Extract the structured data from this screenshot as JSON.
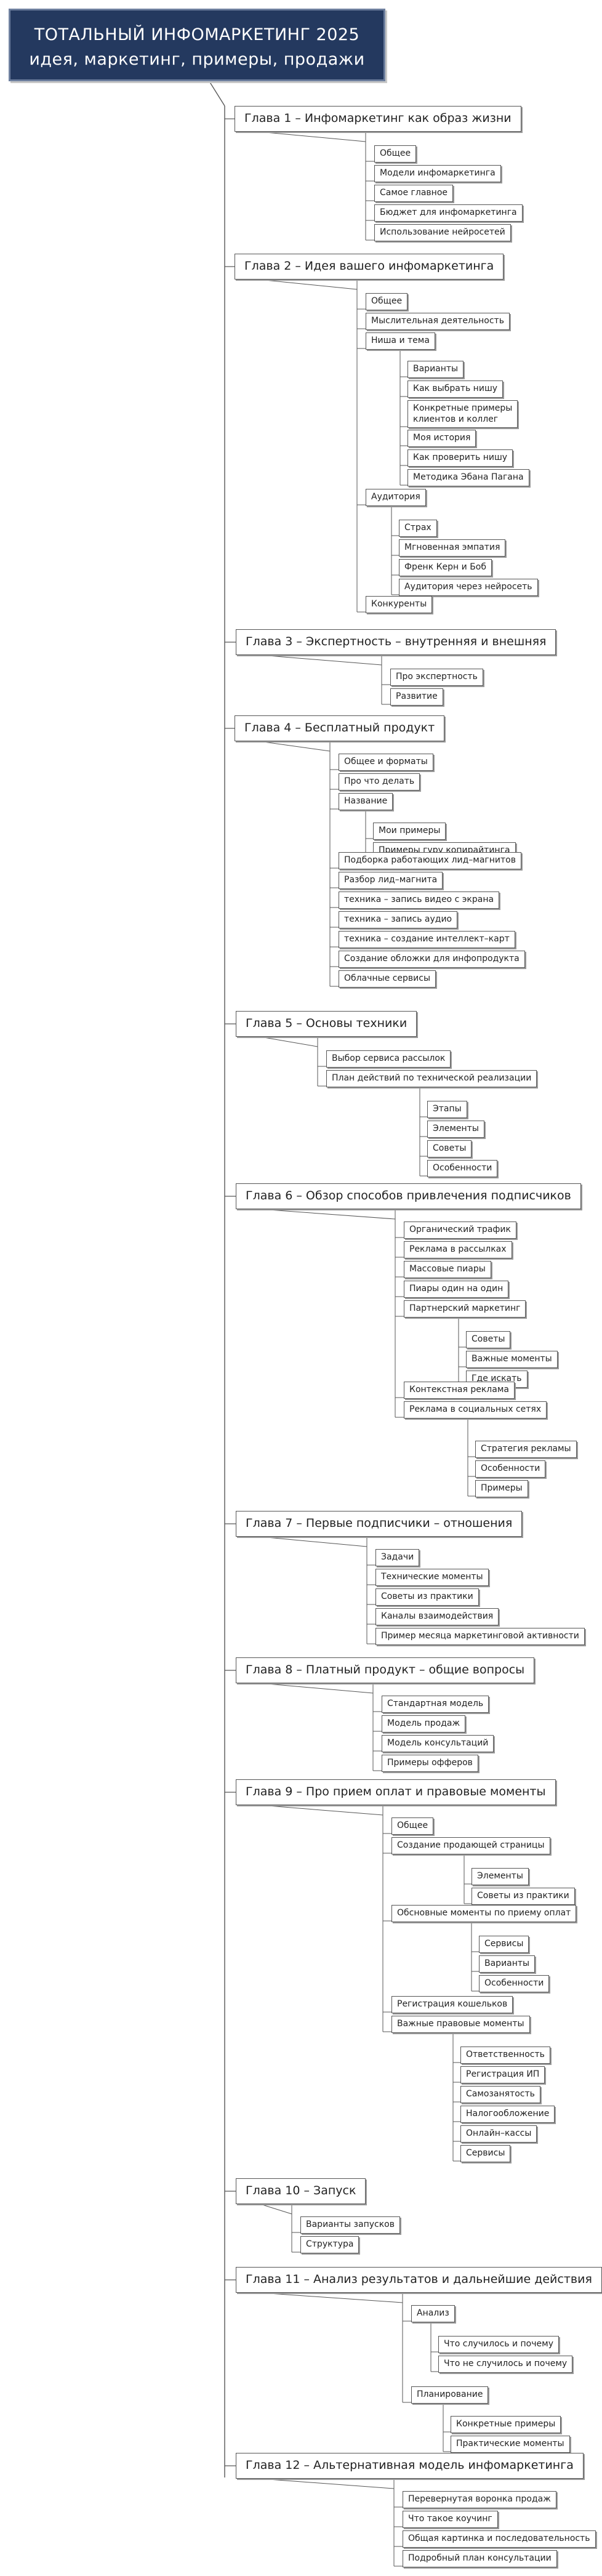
{
  "title": {
    "line1": "ТОТАЛЬНЫЙ ИНФОМАРКЕТИНГ 2025",
    "line2": "идея, маркетинг, примеры, продажи"
  },
  "chapters": [
    {
      "label": "Глава 1 – Инфомаркетинг как образ жизни",
      "items": [
        {
          "label": "Общее"
        },
        {
          "label": "Модели инфомаркетинга"
        },
        {
          "label": "Самое главное"
        },
        {
          "label": "Бюджет для инфомаркетинга"
        },
        {
          "label": "Использование нейросетей"
        }
      ]
    },
    {
      "label": "Глава 2 – Идея вашего инфомаркетинга",
      "items": [
        {
          "label": "Общее"
        },
        {
          "label": "Мыслительная деятельность"
        },
        {
          "label": "Ниша и тема",
          "children": [
            {
              "label": "Варианты"
            },
            {
              "label": "Как выбрать нишу"
            },
            {
              "label": "Конкретные примеры\nклиентов и коллег"
            },
            {
              "label": "Моя история"
            },
            {
              "label": "Как проверить нишу"
            },
            {
              "label": "Методика Эбана Пагана"
            }
          ]
        },
        {
          "label": "Аудитория",
          "children": [
            {
              "label": "Страх"
            },
            {
              "label": "Мгновенная эмпатия"
            },
            {
              "label": "Френк Керн и Боб"
            },
            {
              "label": "Аудитория через нейросеть"
            }
          ]
        },
        {
          "label": "Конкуренты"
        }
      ]
    },
    {
      "label": "Глава 3 – Экспертность – внутренняя и внешняя",
      "items": [
        {
          "label": "Про экспертность"
        },
        {
          "label": "Развитие"
        }
      ]
    },
    {
      "label": "Глава 4 – Бесплатный продукт",
      "items": [
        {
          "label": "Общее и форматы"
        },
        {
          "label": "Про что делать"
        },
        {
          "label": "Название",
          "children": [
            {
              "label": "Мои примеры"
            },
            {
              "label": "Примеры гуру копирайтинга"
            }
          ]
        },
        {
          "label": "Подборка работающих лид–магнитов"
        },
        {
          "label": "Разбор лид–магнита"
        },
        {
          "label": "техника – запись видео с экрана"
        },
        {
          "label": "техника – запись аудио"
        },
        {
          "label": "техника – создание интеллект–карт"
        },
        {
          "label": "Создание обложки для инфопродукта"
        },
        {
          "label": "Облачные сервисы"
        }
      ]
    },
    {
      "label": "Глава 5 – Основы техники",
      "items": [
        {
          "label": "Выбор сервиса рассылок"
        },
        {
          "label": "План действий по технической реализации",
          "children": [
            {
              "label": "Этапы"
            },
            {
              "label": "Элементы"
            },
            {
              "label": "Советы"
            },
            {
              "label": "Особенности"
            }
          ]
        }
      ]
    },
    {
      "label": "Глава 6 – Обзор способов привлечения подписчиков",
      "items": [
        {
          "label": "Органический трафик"
        },
        {
          "label": "Реклама в рассылках"
        },
        {
          "label": "Массовые пиары"
        },
        {
          "label": "Пиары один на один"
        },
        {
          "label": "Партнерский маркетинг",
          "children": [
            {
              "label": "Советы"
            },
            {
              "label": "Важные моменты"
            },
            {
              "label": "Где искать"
            }
          ]
        },
        {
          "label": "Контекстная реклама"
        },
        {
          "label": "Реклама в социальных сетях",
          "children": [
            {
              "label": "Стратегия рекламы"
            },
            {
              "label": "Особенности"
            },
            {
              "label": "Примеры"
            }
          ]
        }
      ]
    },
    {
      "label": "Глава 7 – Первые подписчики – отношения",
      "items": [
        {
          "label": "Задачи"
        },
        {
          "label": "Технические моменты"
        },
        {
          "label": "Советы из практики"
        },
        {
          "label": "Каналы взаимодействия"
        },
        {
          "label": "Пример месяца маркетинговой активности"
        }
      ]
    },
    {
      "label": "Глава 8 – Платный продукт – общие вопросы",
      "items": [
        {
          "label": "Стандартная модель"
        },
        {
          "label": "Модель продаж"
        },
        {
          "label": "Модель консультаций"
        },
        {
          "label": "Примеры офферов"
        }
      ]
    },
    {
      "label": "Глава 9 – Про прием оплат и правовые моменты",
      "items": [
        {
          "label": "Общее"
        },
        {
          "label": "Создание продающей страницы",
          "children": [
            {
              "label": "Элементы"
            },
            {
              "label": "Советы из практики"
            }
          ]
        },
        {
          "label": "Обсновные моменты по приему оплат",
          "children": [
            {
              "label": "Сервисы"
            },
            {
              "label": "Варианты"
            },
            {
              "label": "Особенности"
            }
          ]
        },
        {
          "label": "Регистрация кошельков"
        },
        {
          "label": "Важные правовые моменты",
          "children": [
            {
              "label": "Ответственность"
            },
            {
              "label": "Регистрация ИП"
            },
            {
              "label": "Самозанятость"
            },
            {
              "label": "Налогообложение"
            },
            {
              "label": "Онлайн–кассы"
            },
            {
              "label": "Сервисы"
            }
          ]
        }
      ]
    },
    {
      "label": "Глава 10 – Запуск",
      "items": [
        {
          "label": "Варианты запусков"
        },
        {
          "label": "Структура"
        }
      ]
    },
    {
      "label": "Глава 11 – Анализ результатов и дальнейшие действия",
      "items": [
        {
          "label": "Анализ",
          "children": [
            {
              "label": "Что случилось и почему"
            },
            {
              "label": "Что не случилось и почему"
            }
          ]
        },
        {
          "label": "Планирование",
          "children": [
            {
              "label": "Конкретные примеры"
            },
            {
              "label": "Практические моменты"
            }
          ]
        }
      ]
    },
    {
      "label": "Глава 12 – Альтернативная модель инфомаркетинга",
      "items": [
        {
          "label": "Перевернутая воронка продаж"
        },
        {
          "label": "Что такое коучинг"
        },
        {
          "label": "Общая картинка и последовательность"
        },
        {
          "label": "Подробный план консультации"
        }
      ]
    }
  ]
}
